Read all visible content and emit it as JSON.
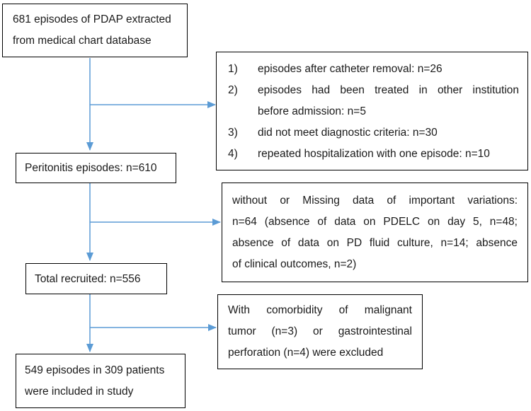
{
  "boxes": {
    "extracted": {
      "lines": [
        "681 episodes of PDAP extracted",
        "from medical chart database"
      ]
    },
    "exclusion1": {
      "items": [
        {
          "num": "1)",
          "lines": [
            "episodes after catheter removal: n=26"
          ]
        },
        {
          "num": "2)",
          "lines": [
            "episodes had been treated in other institution",
            "before admission: n=5"
          ]
        },
        {
          "num": "3)",
          "lines": [
            "did not meet diagnostic criteria: n=30"
          ]
        },
        {
          "num": "4)",
          "lines": [
            "repeated hospitalization with one episode: n=10"
          ]
        }
      ]
    },
    "peritonitis": {
      "text": "Peritonitis episodes: n=610"
    },
    "exclusion2": {
      "lines": [
        "without or Missing data of important variations:",
        "n=64 (absence of data on PDELC on day 5, n=48;",
        "absence of data on PD fluid culture, n=14; absence",
        "of clinical outcomes, n=2)"
      ]
    },
    "recruited": {
      "text": "Total recruited: n=556"
    },
    "exclusion3": {
      "lines": [
        "With comorbidity of malignant",
        "tumor (n=3) or gastrointestinal",
        "perforation (n=4) were excluded"
      ]
    },
    "included": {
      "lines": [
        "549 episodes in 309 patients",
        "were included in study"
      ]
    }
  },
  "colors": {
    "arrow": "#5b9bd5",
    "border": "#000000"
  }
}
